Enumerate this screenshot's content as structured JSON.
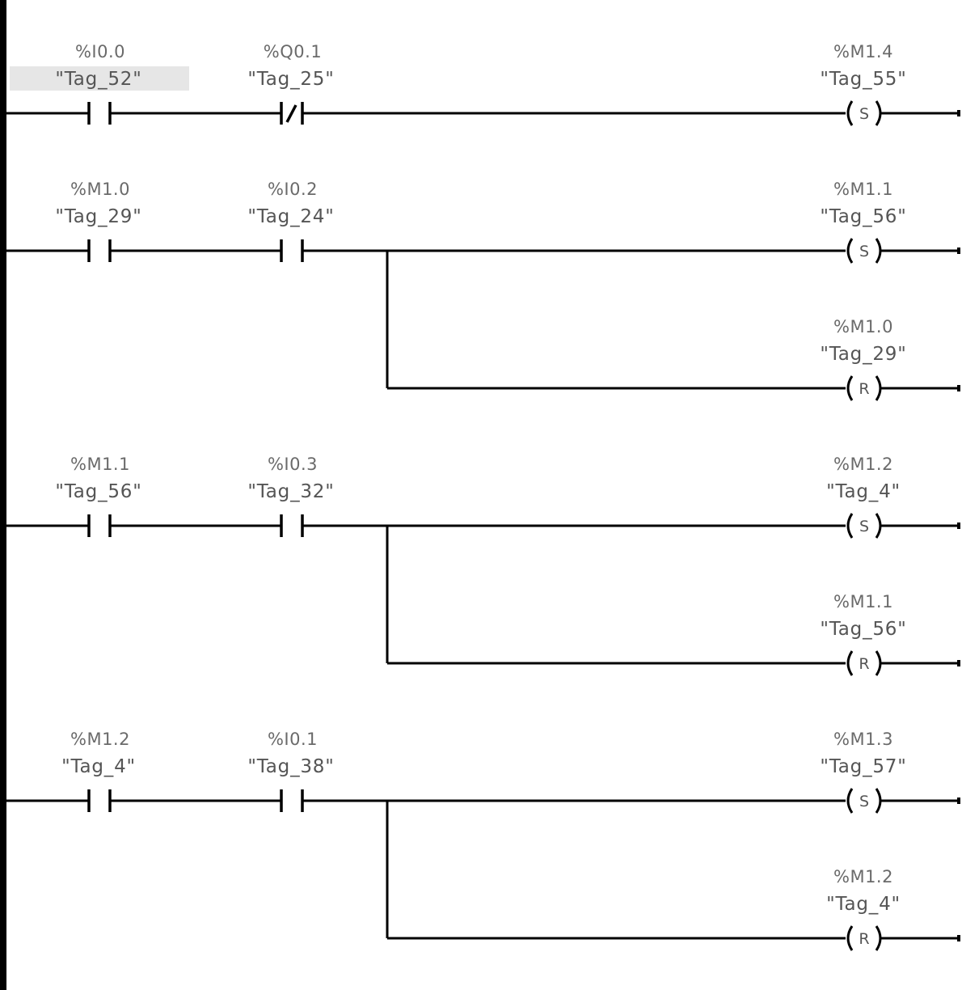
{
  "networks": [
    {
      "contacts": [
        {
          "address": "%I0.0",
          "tag": "\"Tag_52\"",
          "kind": "NO",
          "highlighted": true
        },
        {
          "address": "%Q0.1",
          "tag": "\"Tag_25\"",
          "kind": "NC"
        }
      ],
      "coils": [
        {
          "address": "%M1.4",
          "tag": "\"Tag_55\"",
          "type": "S"
        }
      ]
    },
    {
      "contacts": [
        {
          "address": "%M1.0",
          "tag": "\"Tag_29\"",
          "kind": "NO"
        },
        {
          "address": "%I0.2",
          "tag": "\"Tag_24\"",
          "kind": "NO"
        }
      ],
      "coils": [
        {
          "address": "%M1.1",
          "tag": "\"Tag_56\"",
          "type": "S"
        },
        {
          "address": "%M1.0",
          "tag": "\"Tag_29\"",
          "type": "R"
        }
      ]
    },
    {
      "contacts": [
        {
          "address": "%M1.1",
          "tag": "\"Tag_56\"",
          "kind": "NO"
        },
        {
          "address": "%I0.3",
          "tag": "\"Tag_32\"",
          "kind": "NO"
        }
      ],
      "coils": [
        {
          "address": "%M1.2",
          "tag": "\"Tag_4\"",
          "type": "S"
        },
        {
          "address": "%M1.1",
          "tag": "\"Tag_56\"",
          "type": "R"
        }
      ]
    },
    {
      "contacts": [
        {
          "address": "%M1.2",
          "tag": "\"Tag_4\"",
          "kind": "NO"
        },
        {
          "address": "%I0.1",
          "tag": "\"Tag_38\"",
          "kind": "NO"
        }
      ],
      "coils": [
        {
          "address": "%M1.3",
          "tag": "\"Tag_57\"",
          "type": "S"
        },
        {
          "address": "%M1.2",
          "tag": "\"Tag_4\"",
          "type": "R"
        }
      ]
    }
  ],
  "colors": {
    "wire": "#000000",
    "label": "#555555",
    "highlight": "#e6e6e6"
  }
}
